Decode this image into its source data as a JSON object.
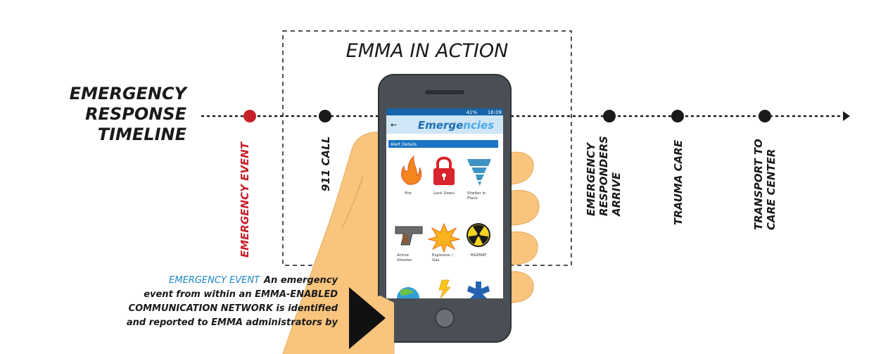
{
  "heading": {
    "line1": "EMERGENCY",
    "line2": "RESPONSE",
    "line3": "TIMELINE"
  },
  "action_box_title": "EMMA IN ACTION",
  "stages": [
    {
      "label": "EMERGENCY EVENT",
      "color": "#c8202b"
    },
    {
      "label": "911 CALL",
      "color": "#1a1a1a"
    },
    {
      "label_lines": [
        "EMERGENCY",
        "RESPONDERS",
        "ARRIVE"
      ],
      "color": "#1a1a1a"
    },
    {
      "label": "TRAUMA CARE",
      "color": "#1a1a1a"
    },
    {
      "label_lines": [
        "TRANSPORT TO",
        "CARE CENTER"
      ],
      "color": "#1a1a1a"
    }
  ],
  "description": {
    "highlight": "EMERGENCY EVENT",
    "line1_rest": "An emergency",
    "line2": "event from within an EMMA-ENABLED",
    "line3": "COMMUNICATION NETWORK is identified",
    "line4": "and reported to EMMA administrators by"
  },
  "phone": {
    "status_time": "16:09",
    "status_battery": "41%",
    "app_title_part1": "Emerge",
    "app_title_part2": "ncies",
    "section_header": "Alert Details",
    "alerts": [
      {
        "label": "Fire",
        "icon": "fire-icon"
      },
      {
        "label": "Lock Down",
        "icon": "padlock-icon"
      },
      {
        "label_lines": [
          "Shelter in",
          "Place"
        ],
        "icon": "tornado-icon"
      },
      {
        "label_lines": [
          "Active",
          "Shooter"
        ],
        "icon": "handgun-icon"
      },
      {
        "label_lines": [
          "Explosion /",
          "Gas"
        ],
        "icon": "explosion-icon"
      },
      {
        "label": "HAZMAT",
        "icon": "radiation-icon"
      },
      {
        "icon": "globe-icon"
      },
      {
        "icon": "lightning-icon"
      },
      {
        "icon": "star-of-life-icon"
      }
    ]
  },
  "colors": {
    "event_red": "#c8202b",
    "highlight_blue": "#1a86c7",
    "app_header_blue": "#1b74c5",
    "skin": "#f9c47d",
    "phone_body": "#4a4f55"
  }
}
